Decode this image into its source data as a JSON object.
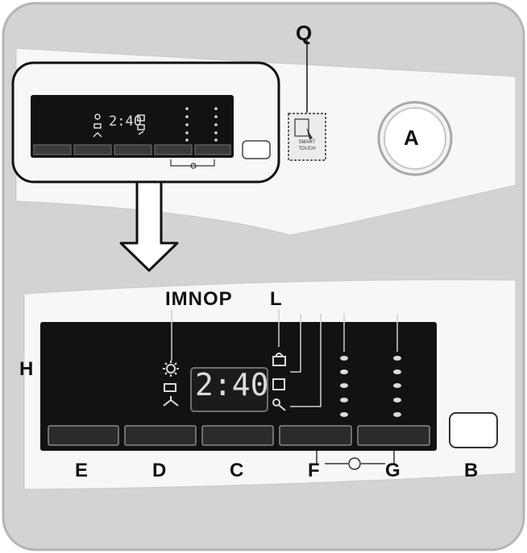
{
  "labels": {
    "a": "A",
    "b": "B",
    "c": "C",
    "d": "D",
    "e": "E",
    "f": "F",
    "g": "G",
    "h": "H",
    "q": "Q",
    "group_imnop": "IMNOP",
    "l": "L"
  },
  "display": {
    "main_time": "2:40",
    "mini_time": "2:40"
  },
  "smart_touch": {
    "line1": "SMART",
    "line2": "TOUCH"
  },
  "colors": {
    "panel_bg": "#d2d2d2",
    "display_bg": "#121212",
    "segment": "#dcdcdc",
    "white_panel": "#f7f7f7"
  }
}
